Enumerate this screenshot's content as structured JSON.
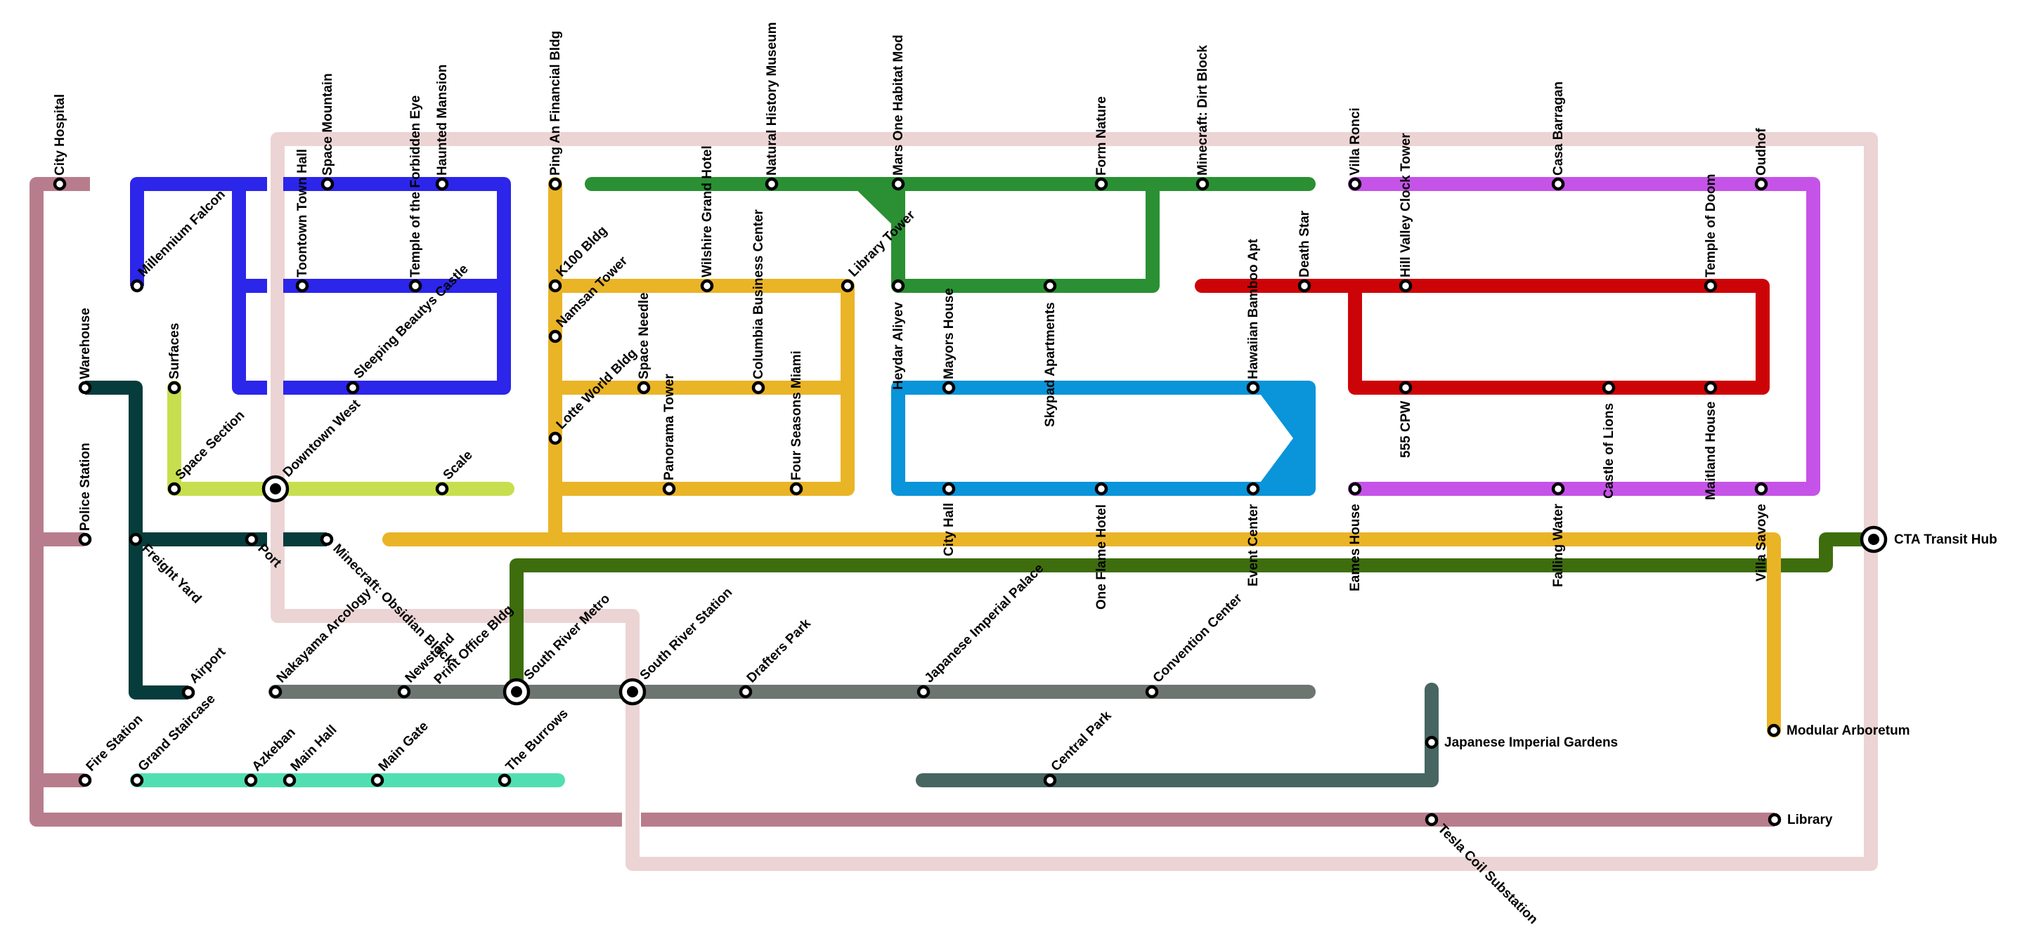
{
  "map": {
    "background": "#ffffff"
  },
  "lines": [
    {
      "id": "pink-loop",
      "color": "#ecd4d4"
    },
    {
      "id": "mauve",
      "color": "#b87d8d"
    },
    {
      "id": "dark-teal",
      "color": "#073c3c"
    },
    {
      "id": "blue",
      "color": "#2c25ea"
    },
    {
      "id": "lime",
      "color": "#c7df4e"
    },
    {
      "id": "mint",
      "color": "#51dfb1"
    },
    {
      "id": "gray",
      "color": "#6d7571"
    },
    {
      "id": "slate",
      "color": "#476661"
    },
    {
      "id": "green",
      "color": "#2a9033"
    },
    {
      "id": "olive",
      "color": "#3e6d0e"
    },
    {
      "id": "gold",
      "color": "#eab427"
    },
    {
      "id": "sky",
      "color": "#0a94d9"
    },
    {
      "id": "red",
      "color": "#cd0407"
    },
    {
      "id": "purple",
      "color": "#c553e8"
    }
  ],
  "stations": {
    "city_hospital": "City Hospital",
    "warehouse": "Warehouse",
    "police_station": "Police Station",
    "fire_station": "Fire Station",
    "millennium_falcon": "Millennium Falcon",
    "surfaces": "Surfaces",
    "space_section": "Space  Section",
    "freight_yard": "Freight Yard",
    "port": "Port",
    "airport": "Airport",
    "grand_staircase": "Grand Staircase",
    "azkeban": "Azkeban",
    "main_hall": "Main Hall",
    "main_gate": "Main Gate",
    "the_burrows": "The Burrows",
    "toontown_town_hall": "Toontown Town Hall",
    "space_mountain": "Space Mountain",
    "temple_forbidden_eye": "Temple of the Forbidden Eye",
    "haunted_mansion": "Haunted Mansion",
    "sleeping_beautys_castle": "Sleeping Beautys Castle",
    "downtown_west": "Downtown West",
    "scale": "Scale",
    "minecraft_obsidian_block": "Minecraft: Obsidian Block",
    "nakayama_arcology": "Nakayama Arcology",
    "newsstand": "Newstand",
    "print_office_bldg": "Print Office Bldg",
    "south_river_metro": "South River Metro",
    "south_river_station": "South River Station",
    "ping_an": "Ping An Financial Bldg",
    "k100": "K100 Bldg",
    "namsan_tower": "Namsan Tower",
    "lotte_world": "Lotte World Bldg",
    "space_needle": "Space Needle",
    "panorama_tower": "Panorama Tower",
    "wilshire_grand": "Wilshire Grand Hotel",
    "columbia_business": "Columbia Business Center",
    "four_seasons": "Four Seasons Miami",
    "natural_history": "Natural History Museum",
    "library_tower": "Library Tower",
    "mars_one": "Mars One Habitat Mod",
    "heydar_aliyev": "Heydar Aliyev",
    "mayors_house": "Mayors House",
    "city_hall": "City Hall",
    "skypad": "Skypad Apartments",
    "form_nature": "Form  Nature",
    "one_flame": "One Flame Hotel",
    "minecraft_dirt": "Minecraft: Dirt Block",
    "hawaiian_bamboo": "Hawaiian Bamboo Apt",
    "event_center": "Event Center",
    "death_star": "Death Star",
    "drafters_park": "Drafters Park",
    "japanese_imperial_palace": "Japanese Imperial Palace",
    "convention_center": "Convention Center",
    "central_park": "Central Park",
    "japanese_imperial_gardens": "Japanese Imperial Gardens",
    "tesla_coil": "Tesla Coil Substation",
    "library": "Library",
    "modular_arboretum": "Modular Arboretum",
    "cta_transit_hub": "CTA Transit Hub",
    "villa_ronci": "Villa Ronci",
    "hill_valley": "Hill Valley Clock Tower",
    "casa_barragan": "Casa Barragan",
    "temple_of_doom": "Temple of Doom",
    "oudhof": "Oudhof",
    "five_five_five_cpw": "555 CPW",
    "castle_of_lions": "Castle of Lions",
    "maitland_house": "Maitland House",
    "eames_house": "Eames House",
    "falling_water": "Falling Water",
    "villa_savoye": "Villa Savoye"
  }
}
